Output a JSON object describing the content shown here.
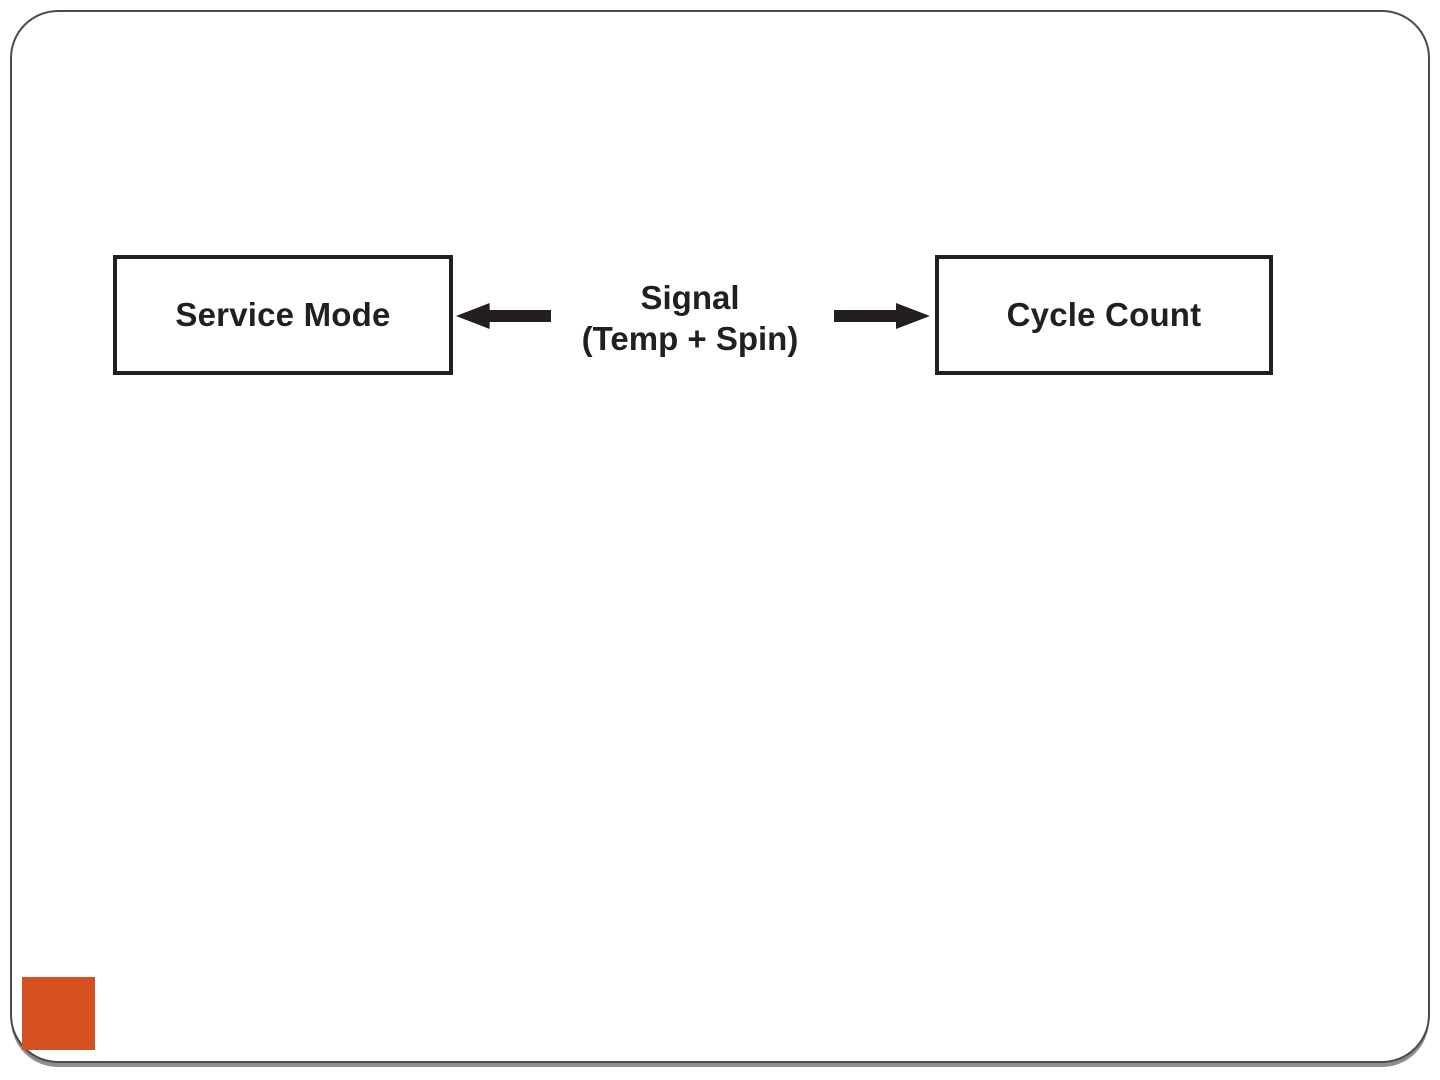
{
  "slide": {
    "background_color": "#ffffff",
    "frame": {
      "border_color": "#4b4b4b",
      "bottom_shadow_color": "#8d8d8d"
    },
    "accent_square_color": "#d4501e"
  },
  "diagram": {
    "ink_color": "#231f20",
    "left_box": {
      "label": "Service Mode"
    },
    "right_box": {
      "label": "Cycle Count"
    },
    "center_label": {
      "line1": "Signal",
      "line2": "(Temp + Spin)"
    },
    "arrows": [
      {
        "name": "arrow-left",
        "direction": "left",
        "points_to": "Service Mode"
      },
      {
        "name": "arrow-right",
        "direction": "right",
        "points_to": "Cycle Count"
      }
    ]
  }
}
